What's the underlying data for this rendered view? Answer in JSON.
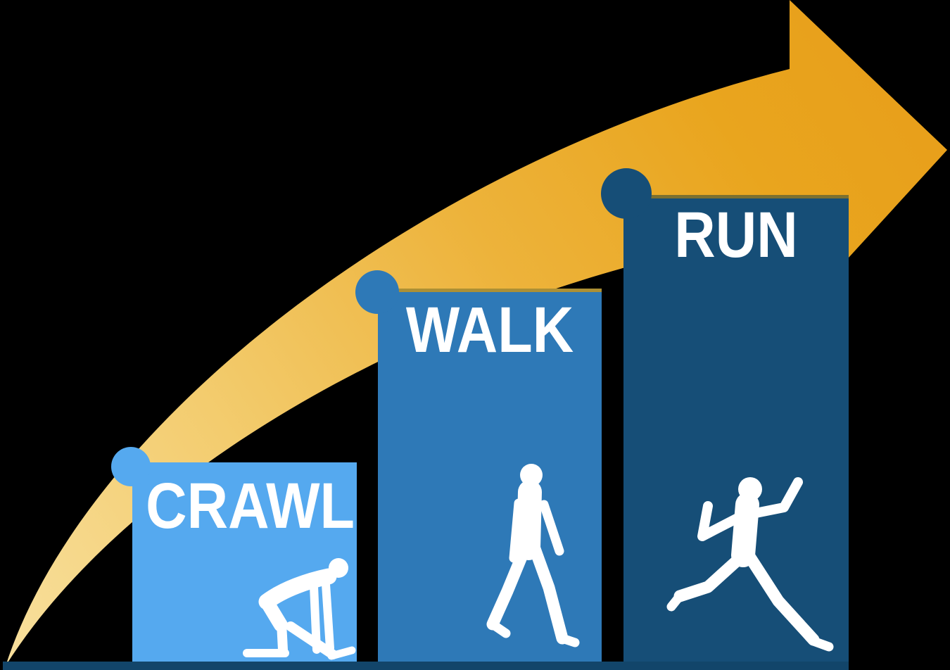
{
  "scene": {
    "title": "Crawl Walk Run growth diagram",
    "background": "#000000"
  },
  "arrow": {
    "name": "growth-arrow",
    "gradient_stops": [
      "#f8e09e",
      "#f3cc6e",
      "#edb33b",
      "#e9a51e",
      "#e8a01b"
    ]
  },
  "baseline": {
    "color": "#12456a"
  },
  "bars": [
    {
      "id": "crawl",
      "label": "CRAWL",
      "color": "#55a9ef",
      "icon": "crawling-person-icon"
    },
    {
      "id": "walk",
      "label": "WALK",
      "color": "#2e79b7",
      "edge_color": "#ac9035",
      "icon": "walking-person-icon"
    },
    {
      "id": "run",
      "label": "RUN",
      "color": "#164e77",
      "edge_color": "#7c7030",
      "icon": "running-person-icon"
    }
  ],
  "icon_color": "#ffffff",
  "label_color": "#ffffff"
}
